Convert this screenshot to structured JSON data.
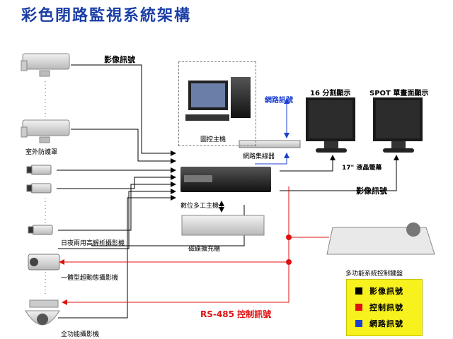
{
  "title": "彩色閉路監視系統架構",
  "labels": {
    "video_signal_top": "影像訊號",
    "network_signal": "網路訊號",
    "control_host": "圖控主機",
    "hub": "網路集線器",
    "outdoor_housing": "室外防護罩",
    "dvr": "數位多工主機",
    "disk_array": "磁碟擴充櫃",
    "daynight_camera": "日夜兩用高解析攝影機",
    "zoom_camera": "一體型超動態攝影機",
    "ptz_camera": "全功能攝影機",
    "monitor_16": "16 分割顯示",
    "monitor_spot": "SPOT 單畫面顯示",
    "lcd": "17\" 液晶螢幕",
    "video_signal_right": "影像訊號",
    "rs485": "RS-485 控制訊號",
    "keyboard": "多功能系統控制鍵盤"
  },
  "legend": [
    {
      "label": "影像訊號",
      "color": "#000000"
    },
    {
      "label": "控制訊號",
      "color": "#e01010"
    },
    {
      "label": "網路訊號",
      "color": "#1a3fd0"
    }
  ],
  "colors": {
    "title": "#1b3fa6",
    "video_line": "#000000",
    "control_line": "#e01010",
    "network_line": "#1a3fd0",
    "legend_bg": "#f7f11e"
  }
}
